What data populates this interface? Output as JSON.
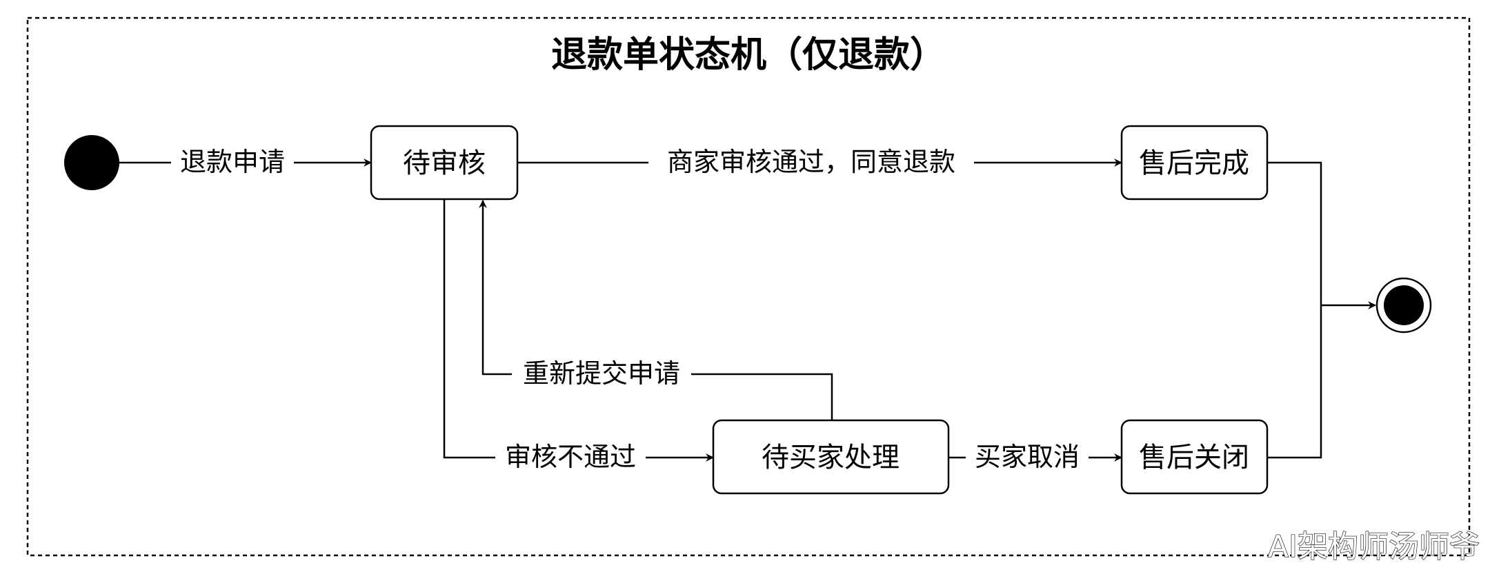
{
  "title": "退款单状态机（仅退款）",
  "states": {
    "pending_review": "待审核",
    "awaiting_buyer": "待买家处理",
    "completed": "售后完成",
    "closed": "售后关闭"
  },
  "transitions": {
    "apply_refund": "退款申请",
    "merchant_approve": "商家审核通过，同意退款",
    "review_rejected": "审核不通过",
    "resubmit": "重新提交申请",
    "buyer_cancel": "买家取消"
  },
  "watermark": "AI架构师汤师爷"
}
